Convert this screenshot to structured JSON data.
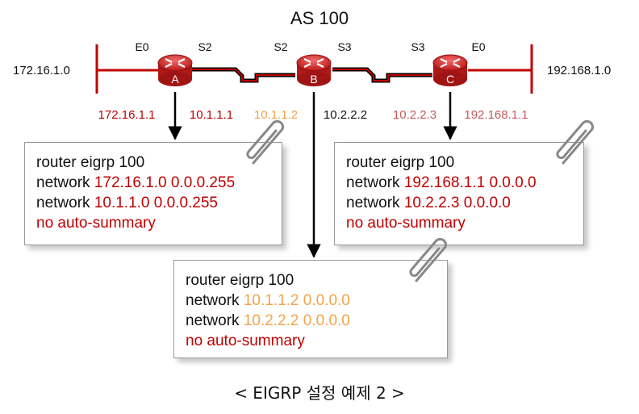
{
  "title": "AS 100",
  "caption": "< EIGRP 설정 예제 2 >",
  "networks": {
    "left": "172.16.1.0",
    "right": "192.168.1.0"
  },
  "routers": [
    {
      "label": "A",
      "ports": {
        "e0": "E0",
        "s2": "S2"
      }
    },
    {
      "label": "B",
      "ports": {
        "s2": "S2",
        "s3": "S3"
      }
    },
    {
      "label": "C",
      "ports": {
        "s3": "S3",
        "e0": "E0"
      }
    }
  ],
  "interfaces": {
    "a_e0_ip": "172.16.1.1",
    "a_s2_ip": "10.1.1.1",
    "b_s2_ip": "10.1.1.2",
    "b_s3_ip": "10.2.2.2",
    "c_s3_ip": "10.2.2.3",
    "c_e0_ip": "192.168.1.1"
  },
  "configs": {
    "a": {
      "line1": "router eigrp 100",
      "kw": "network",
      "net1": "172.16.1.0 0.0.0.255",
      "net2": "10.1.1.0 0.0.0.255",
      "line4": "no auto-summary"
    },
    "b": {
      "line1": "router eigrp 100",
      "kw": "network",
      "net1": "10.1.1.2 0.0.0.0",
      "net2": "10.2.2.2 0.0.0.0",
      "line4": "no auto-summary"
    },
    "c": {
      "line1": "router eigrp 100",
      "kw": "network",
      "net1": "192.168.1.1 0.0.0.0",
      "net2": "10.2.2.3 0.0.0.0",
      "line4": "no auto-summary"
    }
  },
  "colors": {
    "accent_red": "#c00000",
    "router_red": "#d92b2b",
    "orange": "#f4a24a",
    "line": "#000000"
  }
}
